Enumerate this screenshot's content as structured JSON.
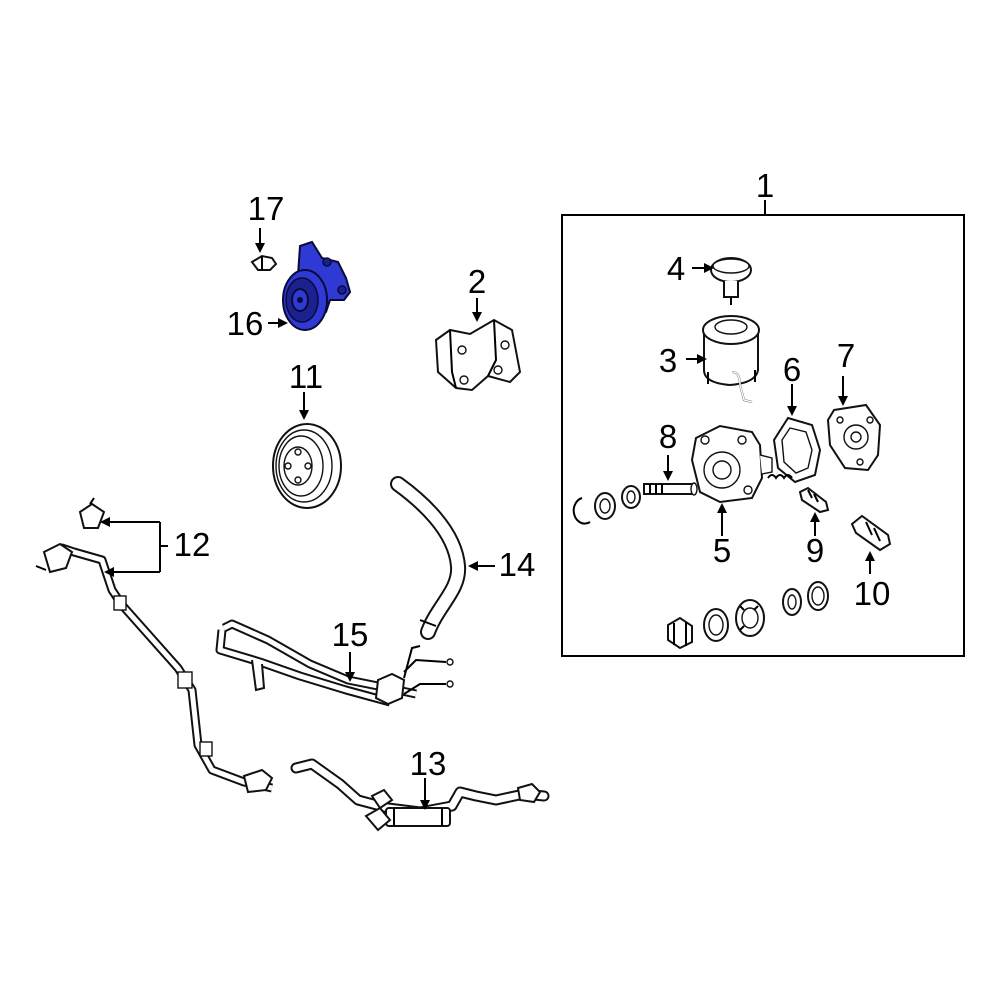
{
  "callouts": {
    "c1": "1",
    "c2": "2",
    "c3": "3",
    "c4": "4",
    "c5": "5",
    "c6": "6",
    "c7": "7",
    "c8": "8",
    "c9": "9",
    "c10": "10",
    "c11": "11",
    "c12": "12",
    "c13": "13",
    "c14": "14",
    "c15": "15",
    "c16": "16",
    "c17": "17"
  },
  "highlight_color": "#2f39d4"
}
